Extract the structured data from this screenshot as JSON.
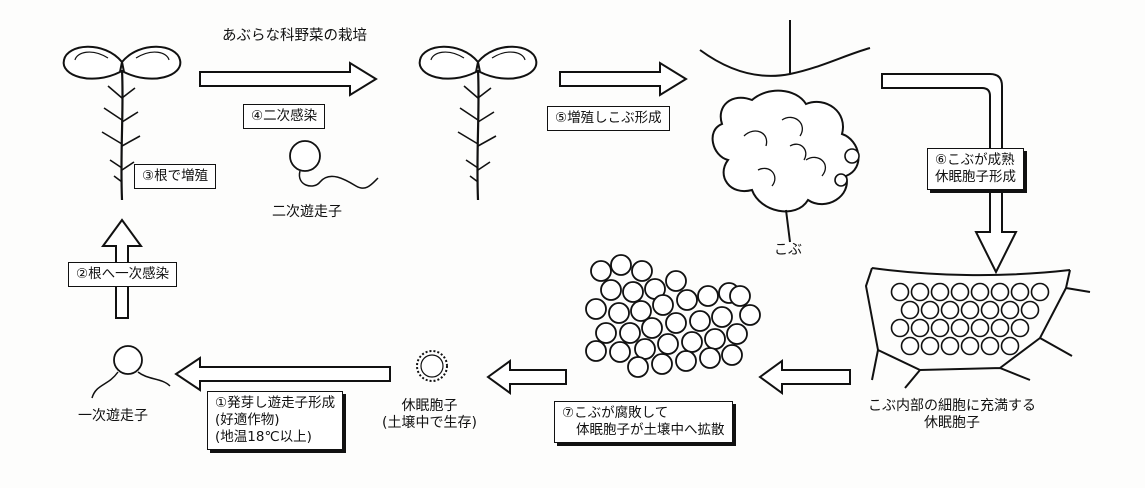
{
  "title": "あぶらな科野菜の栽培",
  "steps": {
    "s1": {
      "lines": [
        "①発芽し遊走子形成",
        "(好適作物)",
        "(地温18℃以上)"
      ]
    },
    "s2": "②根へ一次感染",
    "s3": "③根で増殖",
    "s4": "④二次感染",
    "s5": "⑤増殖しこぶ形成",
    "s6": {
      "lines": [
        "⑥こぶが成熟",
        "休眠胞子形成"
      ]
    },
    "s7": {
      "lines": [
        "⑦こぶが腐敗して",
        "体眠胞子が土壌中へ拡散"
      ]
    }
  },
  "labels": {
    "secondary_zoospore": "二次遊走子",
    "primary_zoospore": "一次遊走子",
    "gall": "こぶ",
    "resting_spore": {
      "lines": [
        "休眠胞子",
        "(土壌中で生存)"
      ]
    },
    "spores_in_gall": {
      "lines": [
        "こぶ内部の細胞に充満する",
        "休眠胞子"
      ]
    }
  }
}
